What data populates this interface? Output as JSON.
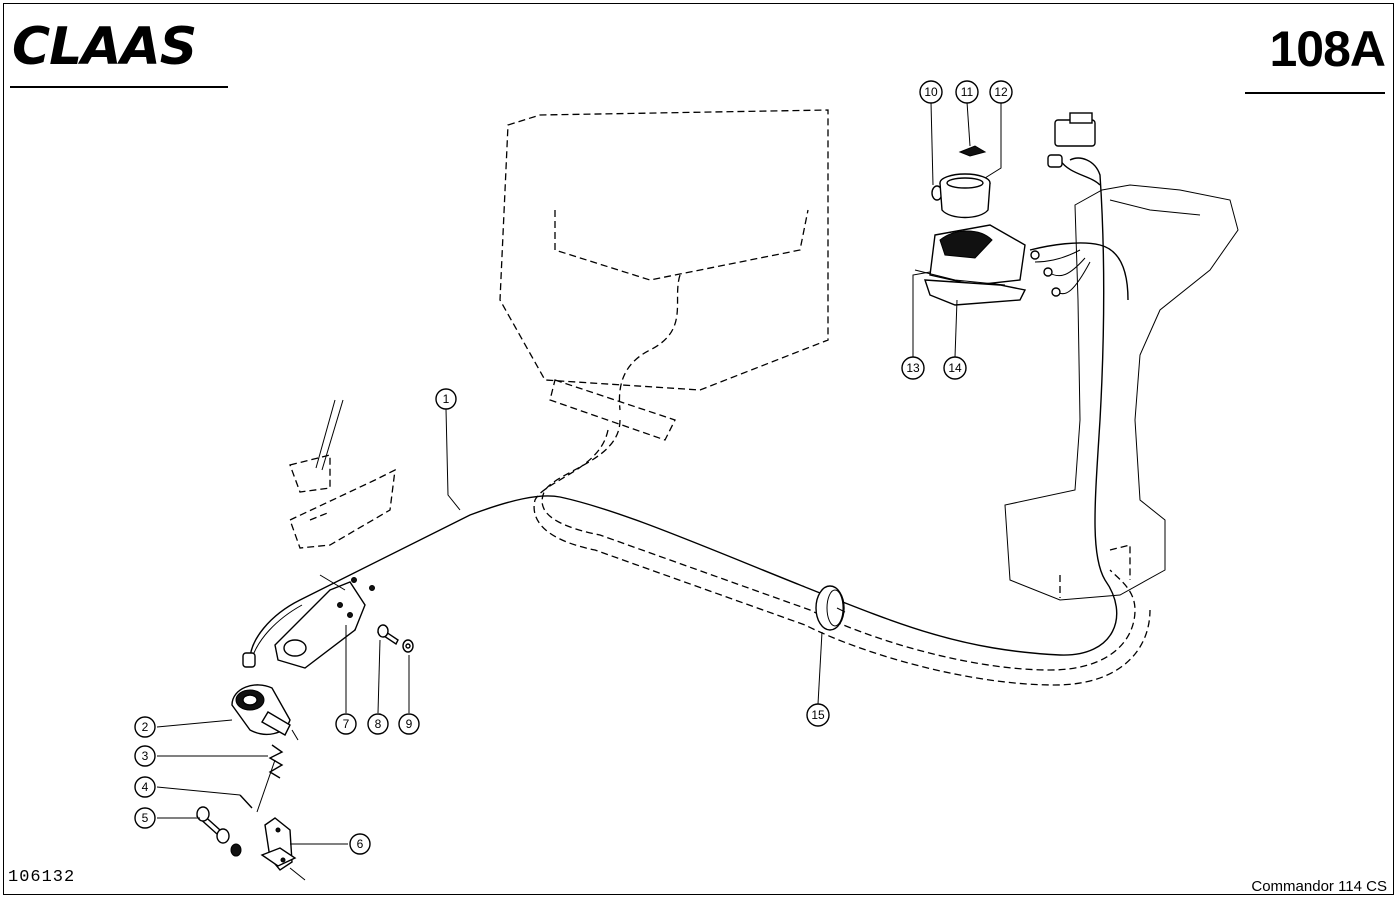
{
  "header": {
    "brand": "CLAAS",
    "page_number": "108A"
  },
  "footer": {
    "drawing_number": "106132",
    "model": "Commandor 114 CS"
  },
  "callouts": [
    "1",
    "2",
    "3",
    "4",
    "5",
    "6",
    "7",
    "8",
    "9",
    "10",
    "11",
    "12",
    "13",
    "14",
    "15"
  ]
}
